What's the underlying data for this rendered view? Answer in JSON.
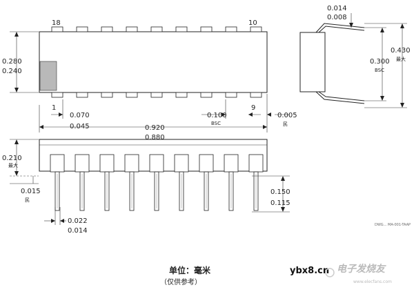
{
  "top_view": {
    "pin_label_top_left": "18",
    "pin_label_top_right": "10",
    "pin_label_bottom_left": "1",
    "pin_label_bottom_right": "9",
    "body_width_max": "0.280",
    "body_width_min": "0.240",
    "pin1_offset_max": "0.070",
    "pin1_offset_min": "0.045",
    "pitch": "0.100",
    "pitch_note": "BSC",
    "end_clearance": "0.005",
    "end_clearance_note": "民",
    "length_max": "0.920",
    "length_min": "0.880"
  },
  "side_view": {
    "seat_height": "0.210",
    "seat_height_note": "最大",
    "standoff": "0.015",
    "standoff_note": "民",
    "lead_length_max": "0.150",
    "lead_length_min": "0.115",
    "lead_width_max": "0.022",
    "lead_width_min": "0.014",
    "drawing_id": "DWG... MA-001-TAAP"
  },
  "end_view": {
    "lead_thickness_max": "0.014",
    "lead_thickness_min": "0.008",
    "row_spacing": "0.300",
    "row_spacing_note": "BSC",
    "overall_width": "0.430",
    "overall_width_note": "最大"
  },
  "caption": {
    "units": "单位：毫米",
    "reference": "（仅供参考）"
  },
  "watermark": {
    "site": "ybx8.cn",
    "brand": "电子发烧友",
    "url": "www.elecfans.com"
  }
}
